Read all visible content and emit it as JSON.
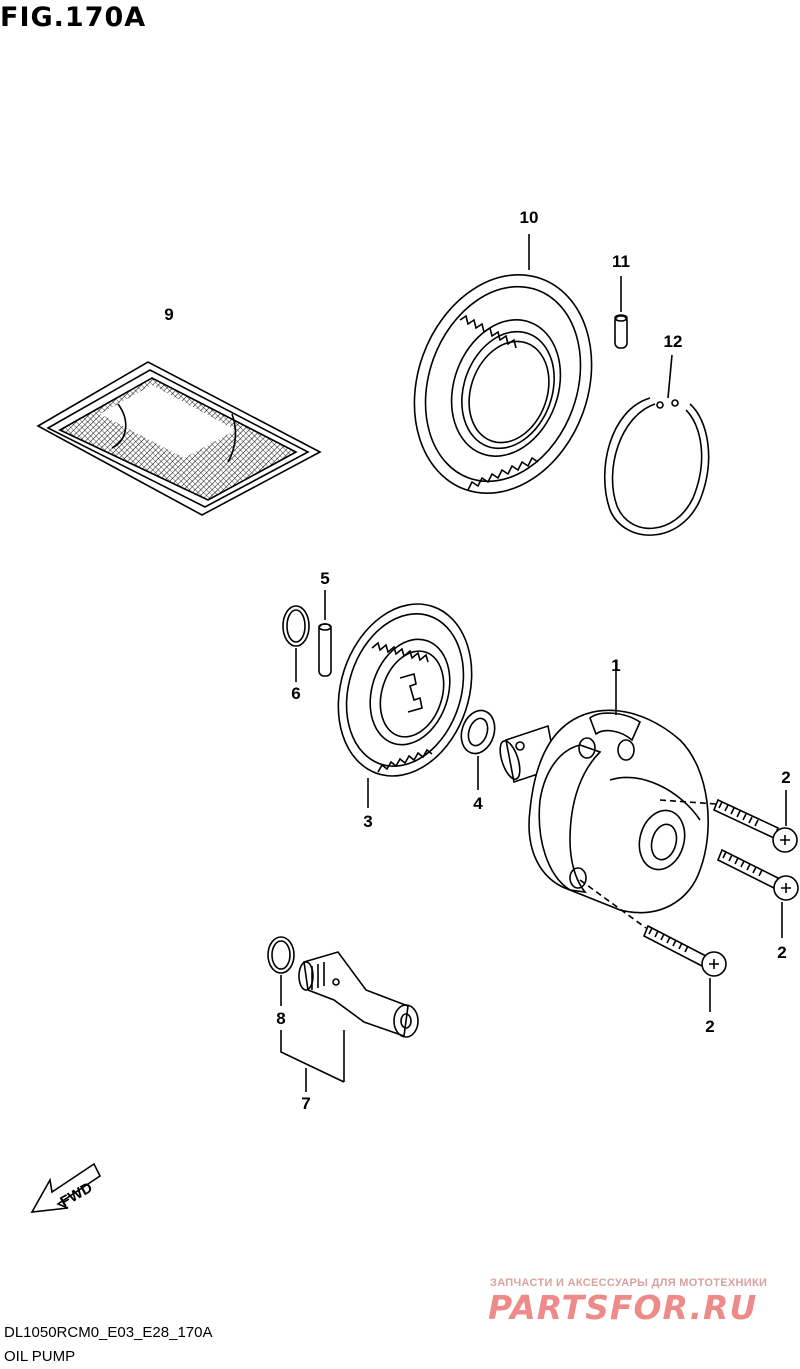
{
  "figure": {
    "title": "FIG.170A",
    "model_code": "DL1050RCM0_E03_E28_170A",
    "name": "OIL PUMP",
    "fwd_label": "FWD"
  },
  "callouts": [
    {
      "id": "c1",
      "label": "1",
      "part": "oil-pump-assembly"
    },
    {
      "id": "c2a",
      "label": "2",
      "part": "screw"
    },
    {
      "id": "c2b",
      "label": "2",
      "part": "screw"
    },
    {
      "id": "c2c",
      "label": "2",
      "part": "screw"
    },
    {
      "id": "c3",
      "label": "3",
      "part": "oil-pump-drive-gear"
    },
    {
      "id": "c4",
      "label": "4",
      "part": "washer"
    },
    {
      "id": "c5",
      "label": "5",
      "part": "pin"
    },
    {
      "id": "c6",
      "label": "6",
      "part": "circlip"
    },
    {
      "id": "c7",
      "label": "7",
      "part": "oil-pipe-assembly"
    },
    {
      "id": "c8",
      "label": "8",
      "part": "o-ring"
    },
    {
      "id": "c9",
      "label": "9",
      "part": "oil-strainer-gasket"
    },
    {
      "id": "c10",
      "label": "10",
      "part": "driven-gear"
    },
    {
      "id": "c11",
      "label": "11",
      "part": "pin"
    },
    {
      "id": "c12",
      "label": "12",
      "part": "circlip"
    }
  ],
  "watermark": {
    "caption": "ЗАПЧАСТИ И АКСЕССУАРЫ ДЛЯ МОТОТЕХНИКИ",
    "logo": "PARTSFOR.RU"
  },
  "colors": {
    "line": "#000000",
    "watermark": "#ef8a8a"
  }
}
